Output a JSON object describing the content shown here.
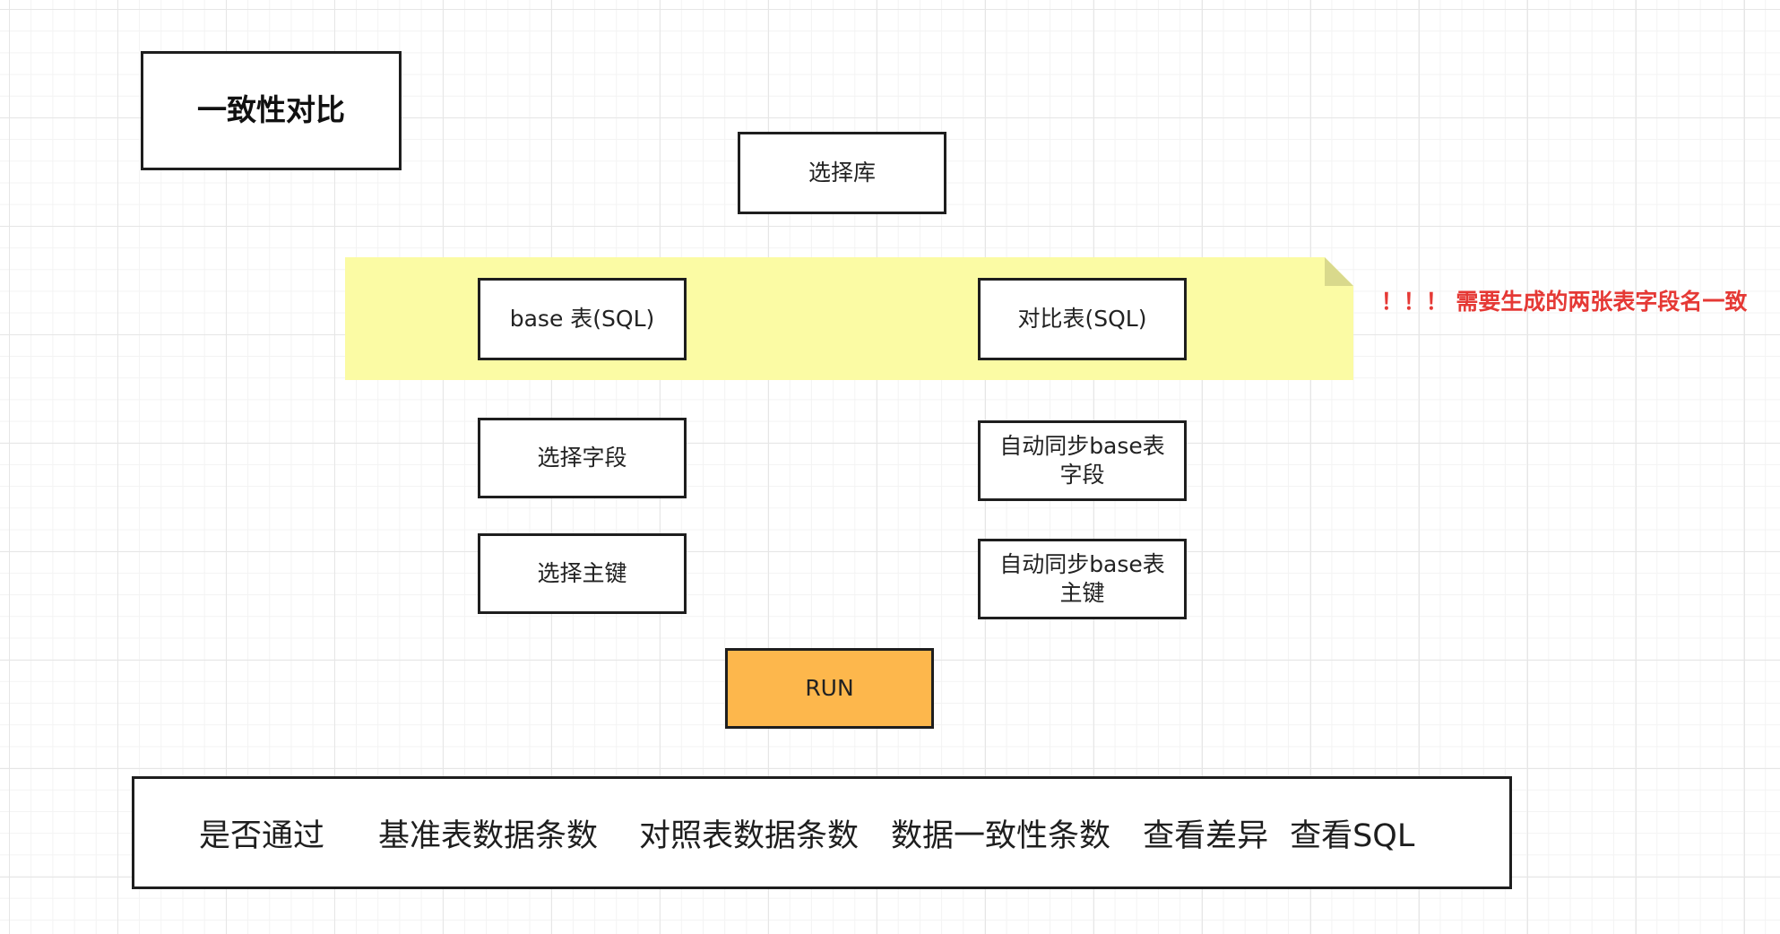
{
  "title": "一致性对比",
  "select_db": "选择库",
  "base_sql": "base 表(SQL)",
  "compare_sql": "对比表(SQL)",
  "warning": "！！！ 需要生成的两张表字段名一致",
  "select_fields": "选择字段",
  "sync_fields": "自动同步base表\n字段",
  "select_key": "选择主键",
  "sync_key": "自动同步base表\n主键",
  "run": "RUN",
  "result_columns": [
    "是否通过",
    "基准表数据条数",
    "对照表数据条数",
    "数据一致性条数",
    "查看差异",
    "查看SQL"
  ],
  "colors": {
    "note_fill": "#fbfba4",
    "run_fill": "#fdb74c",
    "warning_text": "#e53935"
  }
}
